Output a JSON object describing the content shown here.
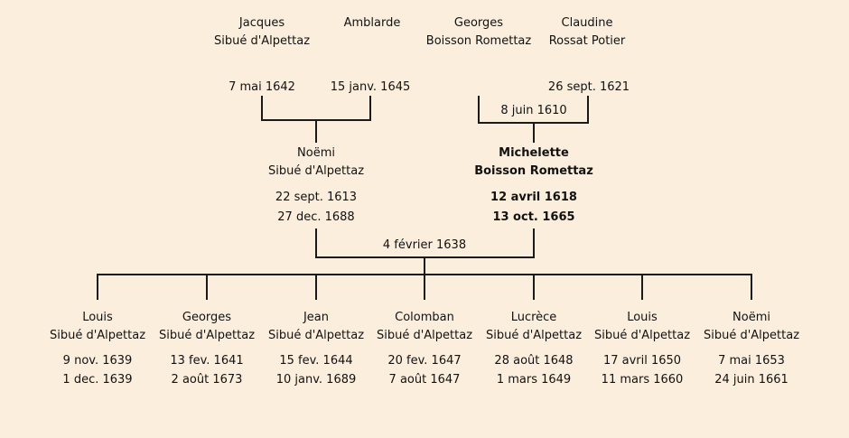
{
  "colors": {
    "background": "#fbeedc",
    "line": "#1a1a1a",
    "text": "#121212"
  },
  "gen1": {
    "p1": {
      "name": "Jacques",
      "surname": "Sibué d'Alpettaz",
      "death": "7 mai 1642"
    },
    "p2": {
      "name": "Amblarde",
      "surname": "",
      "death": "15 janv. 1645"
    },
    "p3": {
      "name": "Georges",
      "surname": "Boisson Romettaz",
      "death": ""
    },
    "p4": {
      "name": "Claudine",
      "surname": "Rossat Potier",
      "death": "26 sept. 1621"
    },
    "marriage_date": "8 juin 1610"
  },
  "gen2": {
    "father": {
      "name": "Noëmi",
      "surname": "Sibué d'Alpettaz",
      "birth": "22 sept. 1613",
      "death": "27 dec. 1688"
    },
    "mother": {
      "name": "Michelette",
      "surname": "Boisson Romettaz",
      "birth": "12 avril 1618",
      "death": "13 oct. 1665"
    },
    "marriage_date": "4 février 1638"
  },
  "children": [
    {
      "name": "Louis",
      "surname": "Sibué d'Alpettaz",
      "birth": "9 nov. 1639",
      "death": "1 dec. 1639"
    },
    {
      "name": "Georges",
      "surname": "Sibué d'Alpettaz",
      "birth": "13 fev. 1641",
      "death": "2 août 1673"
    },
    {
      "name": "Jean",
      "surname": "Sibué d'Alpettaz",
      "birth": "15 fev. 1644",
      "death": "10 janv. 1689"
    },
    {
      "name": "Colomban",
      "surname": "Sibué d'Alpettaz",
      "birth": "20 fev. 1647",
      "death": "7 août 1647"
    },
    {
      "name": "Lucrèce",
      "surname": "Sibué d'Alpettaz",
      "birth": "28 août 1648",
      "death": "1 mars 1649"
    },
    {
      "name": "Louis",
      "surname": "Sibué d'Alpettaz",
      "birth": "17 avril 1650",
      "death": "11 mars 1660"
    },
    {
      "name": "Noëmi",
      "surname": "Sibué d'Alpettaz",
      "birth": "7 mai 1653",
      "death": "24 juin 1661"
    }
  ]
}
